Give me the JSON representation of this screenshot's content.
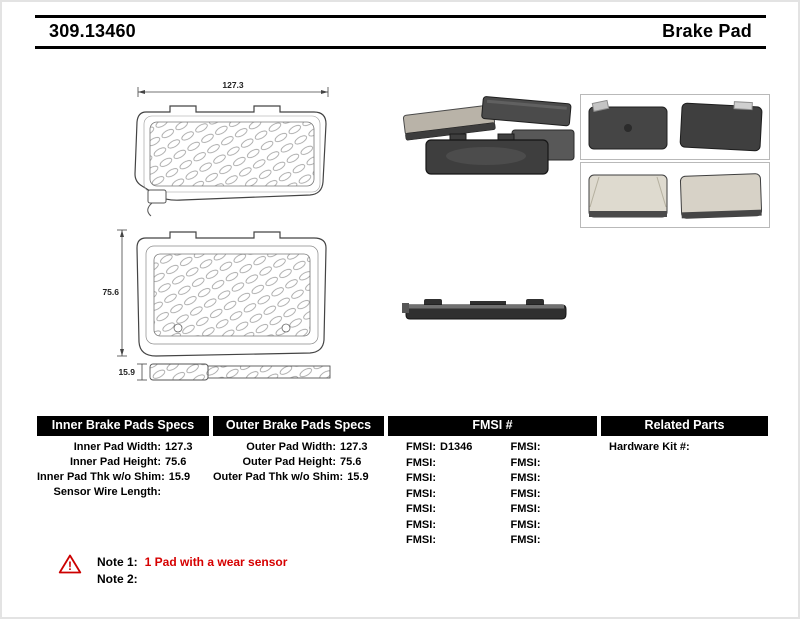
{
  "header": {
    "part_number": "309.13460",
    "product_title": "Brake Pad"
  },
  "diagram": {
    "pad_width": "127.3",
    "pad_height": "75.6",
    "pad_thickness": "15.9"
  },
  "specs": {
    "inner": {
      "header": "Inner Brake Pads Specs",
      "rows": [
        {
          "label": "Inner Pad Width:",
          "value": "127.3"
        },
        {
          "label": "Inner Pad Height:",
          "value": "75.6"
        },
        {
          "label": "Inner Pad Thk w/o Shim:",
          "value": "15.9"
        },
        {
          "label": "Sensor Wire Length:",
          "value": ""
        }
      ]
    },
    "outer": {
      "header": "Outer Brake Pads Specs",
      "rows": [
        {
          "label": "Outer Pad Width:",
          "value": "127.3"
        },
        {
          "label": "Outer Pad Height:",
          "value": "75.6"
        },
        {
          "label": "Outer Pad Thk w/o Shim:",
          "value": "15.9"
        }
      ]
    },
    "fmsi": {
      "header": "FMSI #",
      "label": "FMSI:",
      "col1_values": [
        "D1346",
        "",
        "",
        "",
        "",
        "",
        ""
      ],
      "col2_values": [
        "",
        "",
        "",
        "",
        "",
        "",
        ""
      ]
    },
    "related": {
      "header": "Related Parts",
      "rows": [
        {
          "label": "Hardware Kit #:",
          "value": ""
        }
      ]
    }
  },
  "notes": {
    "warning_icon": "warning-triangle",
    "note1_label": "Note 1:",
    "note1_text": "1 Pad with a wear sensor",
    "note2_label": "Note 2:",
    "note2_text": ""
  }
}
